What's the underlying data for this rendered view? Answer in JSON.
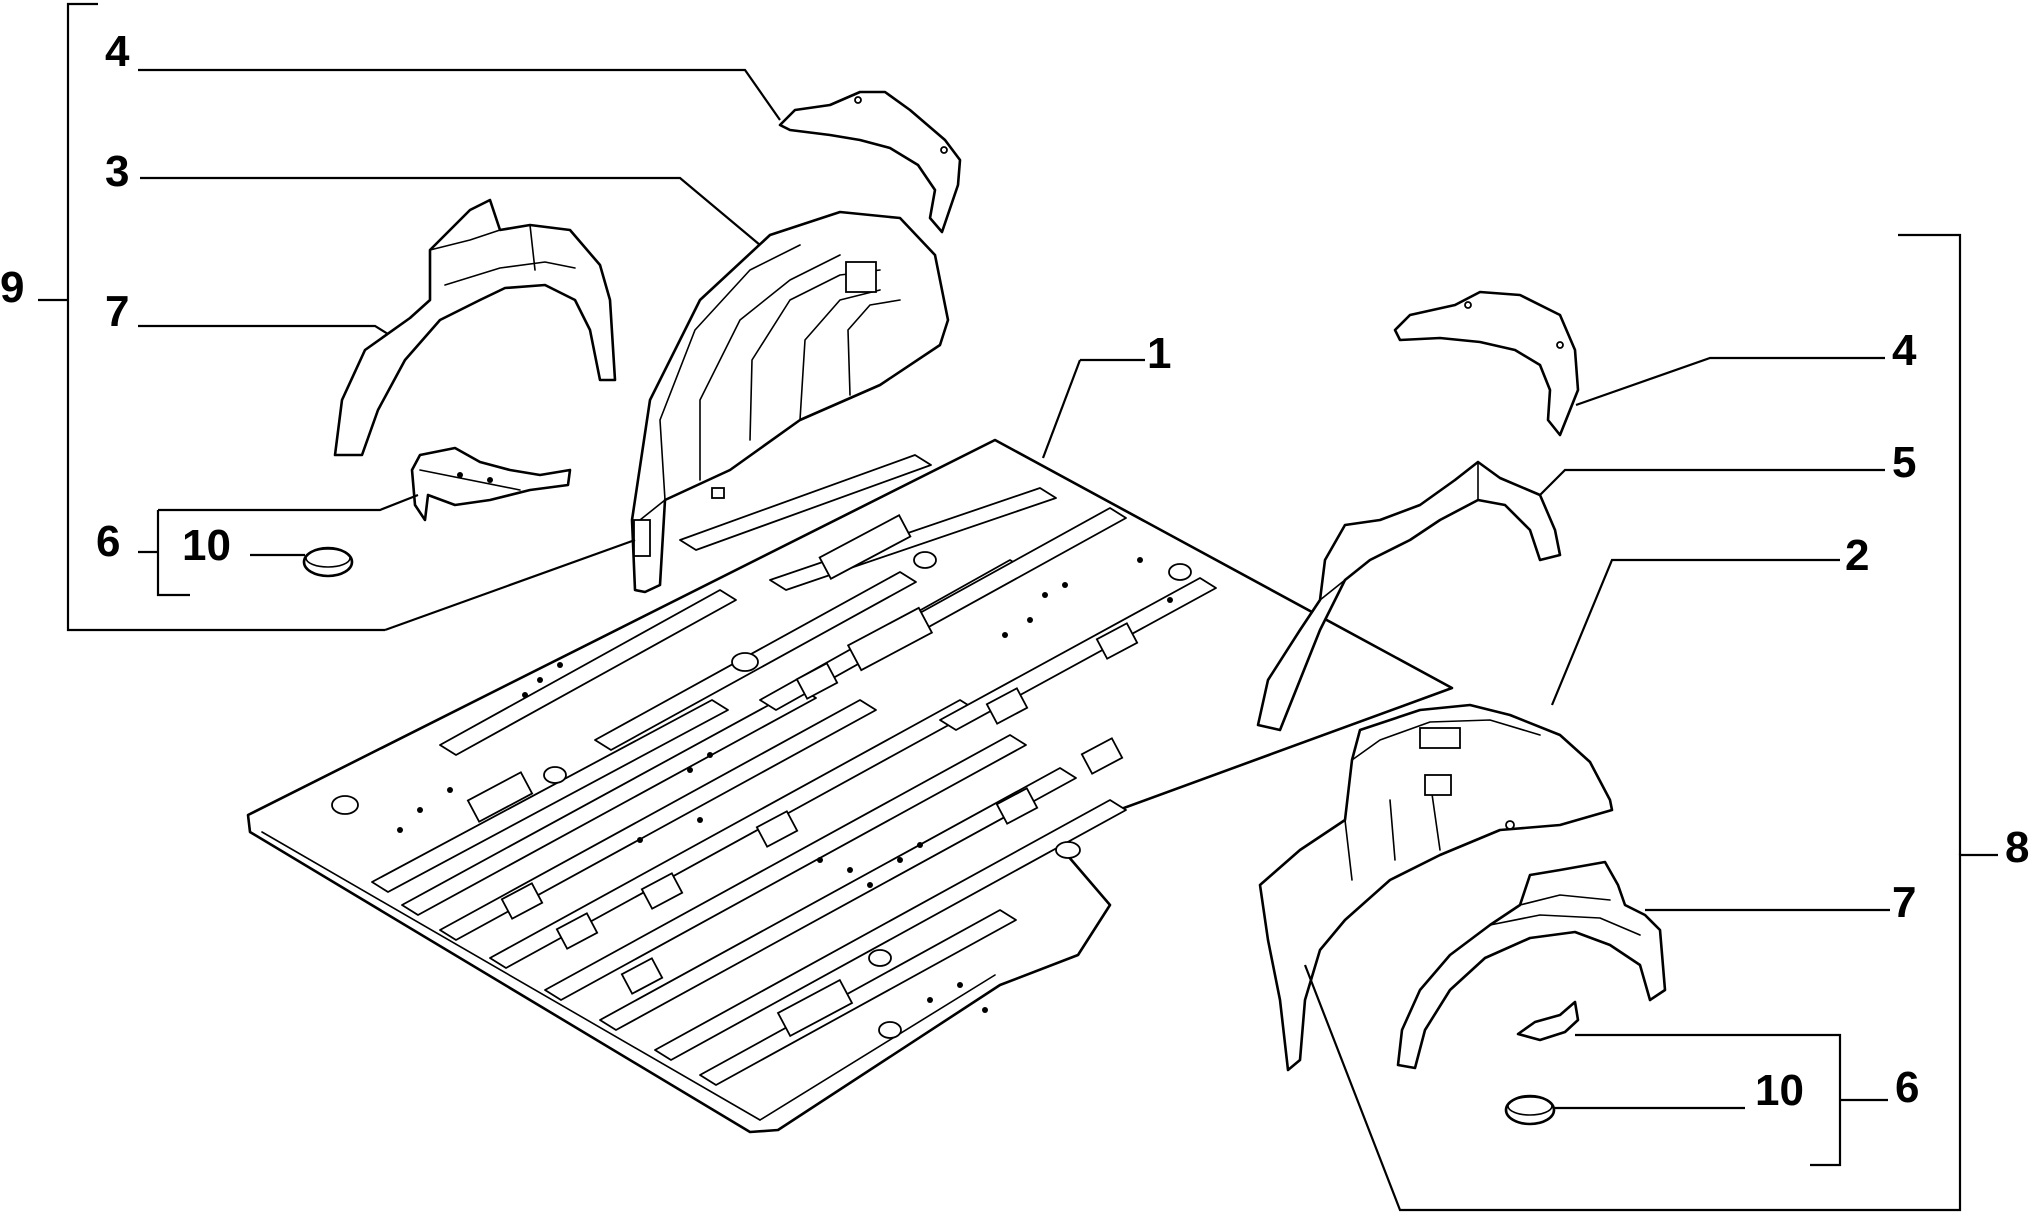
{
  "labels": {
    "l1": "1",
    "l2": "2",
    "l3": "3",
    "l4_left": "4",
    "l4_right": "4",
    "l5": "5",
    "l6_left": "6",
    "l6_right": "6",
    "l7_left": "7",
    "l7_right": "7",
    "l8": "8",
    "l9": "9",
    "l10_left": "10",
    "l10_right": "10"
  },
  "colors": {
    "line": "#000000",
    "background": "#ffffff"
  }
}
